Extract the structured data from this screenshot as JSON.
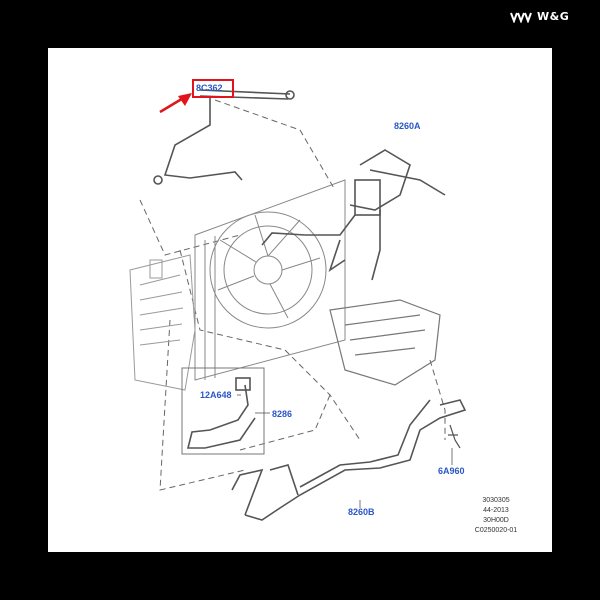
{
  "brand": {
    "text": "W&G",
    "logo": "triple-chevron-logo"
  },
  "callouts": {
    "highlighted": "8C362",
    "upper_right_hose": "8260A",
    "small_part": "12A648",
    "lower_hose": "8286",
    "bracket": "6A960",
    "long_hose": "8260B"
  },
  "document_codes": [
    "3030305",
    "44-2013",
    "30H00D",
    "C0250020-01"
  ],
  "colors": {
    "callout": "#2a56c6",
    "highlight": "#e0141a",
    "line": "#555555"
  }
}
